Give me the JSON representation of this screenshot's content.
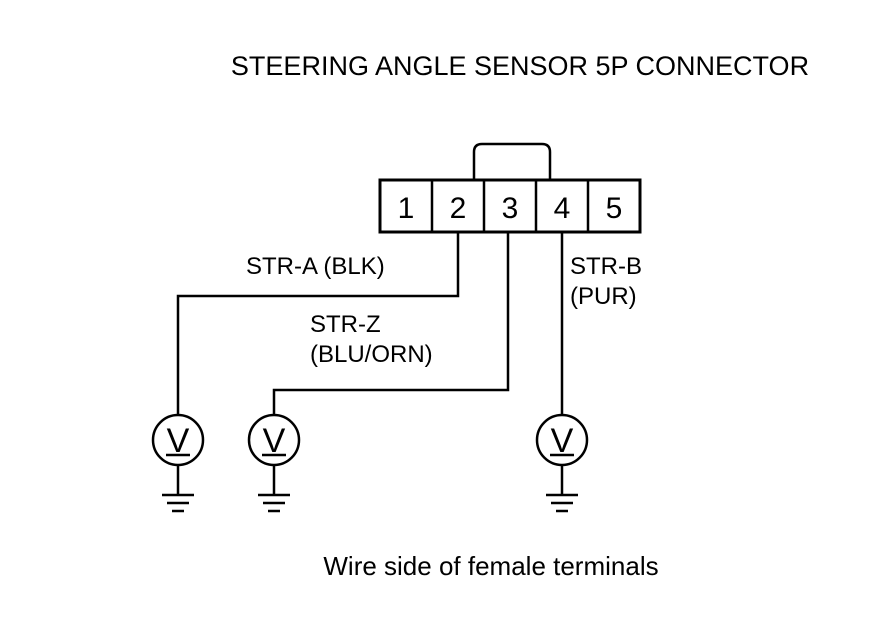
{
  "title": "STEERING ANGLE SENSOR 5P CONNECTOR",
  "connector": {
    "pins": [
      "1",
      "2",
      "3",
      "4",
      "5"
    ]
  },
  "wires": {
    "str_a": {
      "name": "STR-A (BLK)"
    },
    "str_z": {
      "line1": "STR-Z",
      "line2": "(BLU/ORN)"
    },
    "str_b": {
      "line1": "STR-B",
      "line2": "(PUR)"
    }
  },
  "meter_symbol": "V",
  "caption": "Wire side of female terminals",
  "colors": {
    "line": "#000000",
    "background": "#ffffff"
  }
}
